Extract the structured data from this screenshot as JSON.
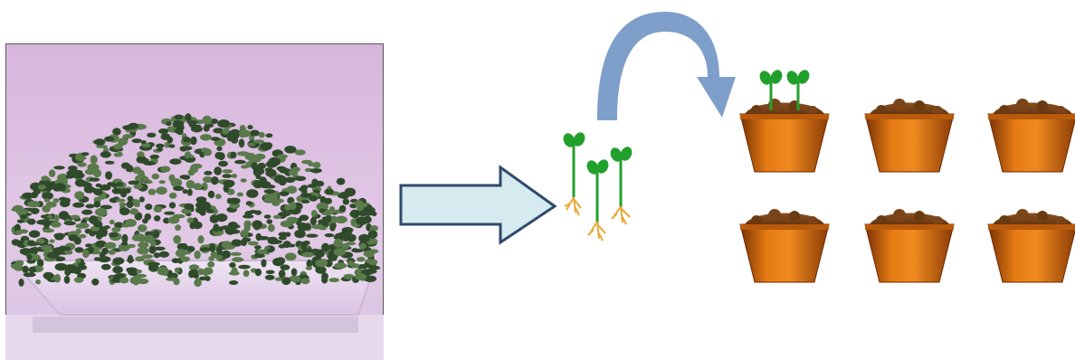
{
  "diagram": {
    "steps": [
      {
        "id": "tray",
        "depicts": "seedlings-growing-in-white-tray-photo"
      },
      {
        "id": "transfer",
        "depicts": "right-arrow-icon"
      },
      {
        "id": "seedlings",
        "depicts": "uprooted-seedlings-with-roots",
        "count": 3
      },
      {
        "id": "transplant",
        "depicts": "curved-arrow-icon"
      },
      {
        "id": "pots",
        "depicts": "soil-filled-pots",
        "count": 6,
        "rows": 2,
        "columns": 3,
        "pots_with_seedlings": 1
      }
    ],
    "colors": {
      "tray_background": "#d6b8dc",
      "tray_wall": "#e6d7ec",
      "foliage_dark": "#2f4a2a",
      "foliage_light": "#5a7a4c",
      "arrow_fill": "#d6ebef",
      "arrow_stroke": "#2e4a6b",
      "curve_arrow": "#7f9fcb",
      "leaf": "#22a02c",
      "root": "#e8a935",
      "pot_light": "#e57b12",
      "pot_dark": "#8a3a05",
      "soil": "#7a4418"
    }
  }
}
